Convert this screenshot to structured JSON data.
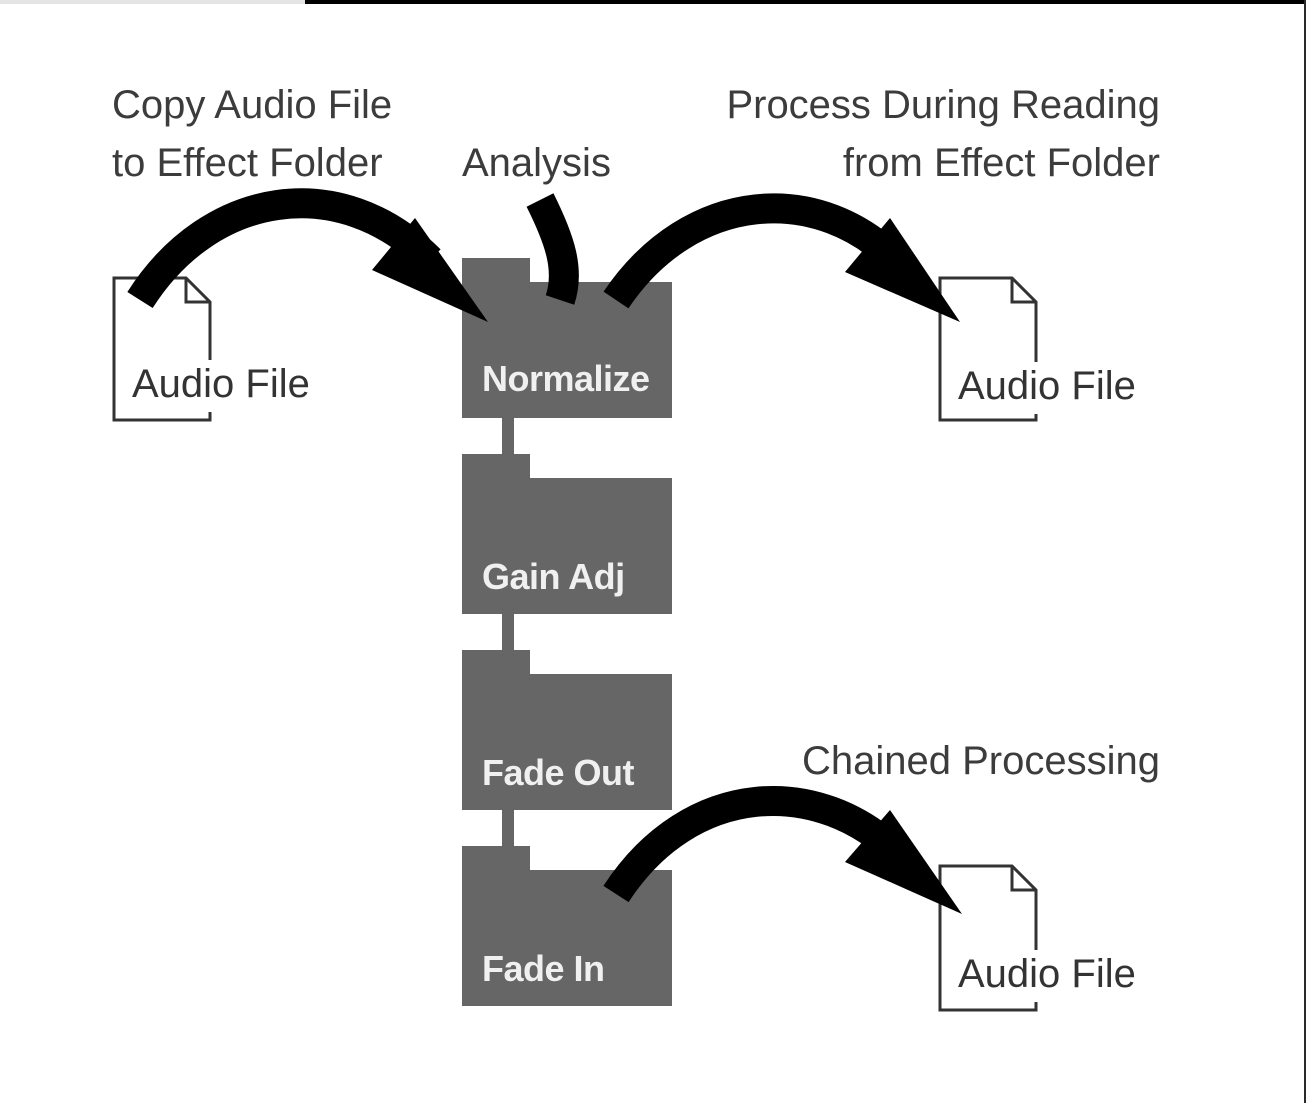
{
  "captions": {
    "copy_line1": "Copy Audio File",
    "copy_line2": "to Effect Folder",
    "analysis": "Analysis",
    "process_line1": "Process During Reading",
    "process_line2": "from Effect Folder",
    "chained": "Chained Processing"
  },
  "folders": [
    "Normalize",
    "Gain Adj",
    "Fade Out",
    "Fade In"
  ],
  "files": {
    "source": "Audio File",
    "output_read": "Audio File",
    "output_chained": "Audio File"
  },
  "colors": {
    "folder_fill": "#666666",
    "arrow": "#000000",
    "text": "#3c3c3c",
    "folder_text": "#f0f0f0"
  }
}
